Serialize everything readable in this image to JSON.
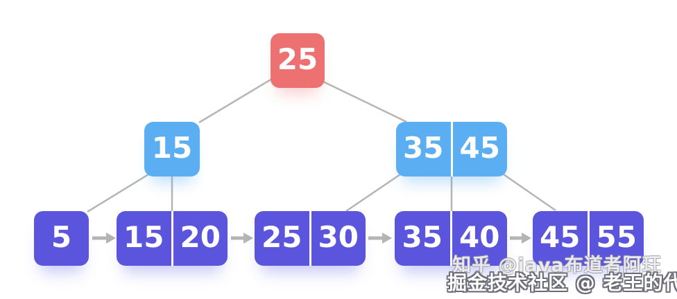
{
  "diagram_type": "b-plus-tree",
  "tree": {
    "root": {
      "keys": [
        "25"
      ]
    },
    "internal": [
      {
        "keys": [
          "15"
        ]
      },
      {
        "keys": [
          "35",
          "45"
        ]
      }
    ],
    "leaves": [
      {
        "keys": [
          "5"
        ]
      },
      {
        "keys": [
          "15",
          "20"
        ]
      },
      {
        "keys": [
          "25",
          "30"
        ]
      },
      {
        "keys": [
          "35",
          "40"
        ]
      },
      {
        "keys": [
          "45",
          "55"
        ]
      }
    ]
  },
  "colors": {
    "root_node": "#ee7172",
    "internal_node": "#5caef2",
    "leaf_node": "#5a55dc",
    "key_text": "#ffffff",
    "connector": "#b5b5b5",
    "background": "#ffffff"
  },
  "watermarks": {
    "zhihu": "知乎 @java布道者阿玨",
    "juejin": "掘金技术社区 @ 老王的代码"
  }
}
